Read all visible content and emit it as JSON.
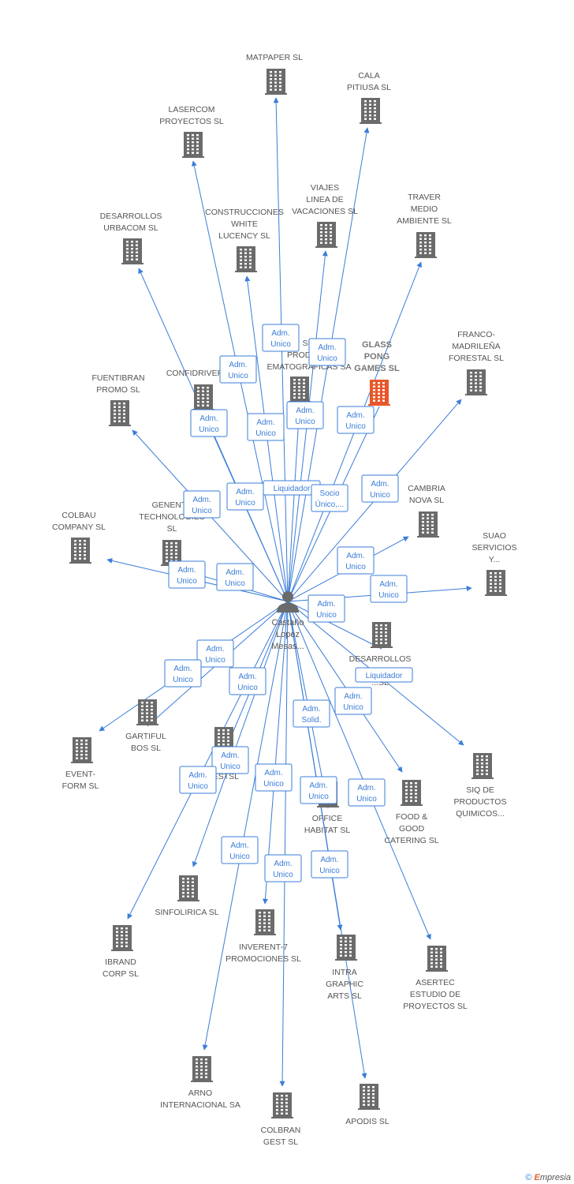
{
  "center": {
    "label": [
      "Castaño",
      "Lopez",
      "Mesas..."
    ]
  },
  "companies": [
    {
      "id": "matpaper",
      "label": [
        "MATPAPER SL"
      ],
      "highlight": false
    },
    {
      "id": "cala",
      "label": [
        "CALA",
        "PITIUSA SL"
      ],
      "highlight": false
    },
    {
      "id": "lasercom",
      "label": [
        "LASERCOM",
        "PROYECTOS SL"
      ],
      "highlight": false
    },
    {
      "id": "viajes",
      "label": [
        "VIAJES",
        "LINEA DE",
        "VACACIONES SL"
      ],
      "highlight": false
    },
    {
      "id": "traver",
      "label": [
        "TRAVER",
        "MEDIO",
        "AMBIENTE SL"
      ],
      "highlight": false
    },
    {
      "id": "desurb",
      "label": [
        "DESARROLLOS",
        "URBACOM SL"
      ],
      "highlight": false
    },
    {
      "id": "construcciones",
      "label": [
        "CONSTRUCCIONES",
        "WHITE",
        "LUCENCY SL"
      ],
      "highlight": false
    },
    {
      "id": "glass",
      "label": [
        "GLASS",
        "PONG",
        "GAMES SL"
      ],
      "highlight": true
    },
    {
      "id": "franco",
      "label": [
        "FRANCO-",
        "MADRILEÑA",
        "FORESTAL SL"
      ],
      "highlight": false
    },
    {
      "id": "producciones",
      "label": [
        "SEI",
        "PRODUCCI",
        "EMATOGRAFICAS SA"
      ],
      "highlight": false
    },
    {
      "id": "confidriver",
      "label": [
        "CONFIDRIVER"
      ],
      "highlight": false
    },
    {
      "id": "fuentibran",
      "label": [
        "FUENTIBRAN",
        "PROMO SL"
      ],
      "highlight": false
    },
    {
      "id": "cambria",
      "label": [
        "CAMBRIA",
        "NOVA SL"
      ],
      "highlight": false
    },
    {
      "id": "genente",
      "label": [
        "GENENTE",
        "TECHNOLOGIES",
        "SL"
      ],
      "highlight": false
    },
    {
      "id": "colbau",
      "label": [
        "COLBAU",
        "COMPANY SL"
      ],
      "highlight": false
    },
    {
      "id": "suao",
      "label": [
        "SUAO",
        "SERVICIOS",
        "Y..."
      ],
      "highlight": false
    },
    {
      "id": "desprom",
      "label": [
        "DESARROLLOS",
        "PR...",
        "...SL"
      ],
      "highlight": false
    },
    {
      "id": "gartiful",
      "label": [
        "GARTIFUL",
        "BOS SL"
      ],
      "highlight": false
    },
    {
      "id": "eventform",
      "label": [
        "EVENT-",
        "FORM SL"
      ],
      "highlight": false
    },
    {
      "id": "fgest",
      "label": [
        "F...",
        "...ESTSL"
      ],
      "highlight": false
    },
    {
      "id": "siq",
      "label": [
        "SIQ DE",
        "PRODUCTOS",
        "QUIMICOS..."
      ],
      "highlight": false
    },
    {
      "id": "office",
      "label": [
        "OFFICE",
        "HABITAT SL"
      ],
      "highlight": false
    },
    {
      "id": "food",
      "label": [
        "FOOD &",
        "GOOD",
        "CATERING SL"
      ],
      "highlight": false
    },
    {
      "id": "sinfolirica",
      "label": [
        "SINFOLIRICA SL"
      ],
      "highlight": false
    },
    {
      "id": "ibrand",
      "label": [
        "IBRAND",
        "CORP SL"
      ],
      "highlight": false
    },
    {
      "id": "inverent",
      "label": [
        "INVERENT-7",
        "PROMOCIONES SL"
      ],
      "highlight": false
    },
    {
      "id": "intra",
      "label": [
        "INTRA",
        "GRAPHIC",
        "ARTS SL"
      ],
      "highlight": false
    },
    {
      "id": "asertec",
      "label": [
        "ASERTEC",
        "ESTUDIO DE",
        "PROYECTOS SL"
      ],
      "highlight": false
    },
    {
      "id": "arno",
      "label": [
        "ARNO",
        "INTERNACIONAL SA"
      ],
      "highlight": false
    },
    {
      "id": "colbran",
      "label": [
        "COLBRAN",
        "GEST SL"
      ],
      "highlight": false
    },
    {
      "id": "apodis",
      "label": [
        "APODIS SL"
      ],
      "highlight": false
    }
  ],
  "roles": [
    {
      "id": "r1",
      "label": [
        "Adm.",
        "Unico"
      ]
    },
    {
      "id": "r2",
      "label": [
        "Adm.",
        "Unico"
      ]
    },
    {
      "id": "r3",
      "label": [
        "Adm.",
        "Unico"
      ]
    },
    {
      "id": "r4",
      "label": [
        "Adm.",
        "Unico"
      ]
    },
    {
      "id": "r5",
      "label": [
        "Adm.",
        "Unico"
      ]
    },
    {
      "id": "r6",
      "label": [
        "Adm.",
        "Unico"
      ]
    },
    {
      "id": "r7",
      "label": [
        "Adm.",
        "Unico"
      ]
    },
    {
      "id": "r8",
      "label": [
        "Adm.",
        "Unico"
      ]
    },
    {
      "id": "r9",
      "label": [
        "Adm.",
        "Unico"
      ]
    },
    {
      "id": "r10",
      "label": [
        "Liquidador"
      ]
    },
    {
      "id": "r11",
      "label": [
        "Socio",
        "Único,..."
      ]
    },
    {
      "id": "r12",
      "label": [
        "Adm.",
        "Unico"
      ]
    },
    {
      "id": "r13",
      "label": [
        "Adm.",
        "Unico"
      ]
    },
    {
      "id": "r14",
      "label": [
        "Adm.",
        "Unico"
      ]
    },
    {
      "id": "r15",
      "label": [
        "Adm.",
        "Unico"
      ]
    },
    {
      "id": "r16",
      "label": [
        "Adm.",
        "Unico"
      ]
    },
    {
      "id": "r17",
      "label": [
        "Adm.",
        "Unico"
      ]
    },
    {
      "id": "r18",
      "label": [
        "Adm.",
        "Unico"
      ]
    },
    {
      "id": "r19",
      "label": [
        "Liquidador"
      ]
    },
    {
      "id": "r20",
      "label": [
        "Adm.",
        "Unico"
      ]
    },
    {
      "id": "r21",
      "label": [
        "Adm.",
        "Unico"
      ]
    },
    {
      "id": "r22",
      "label": [
        "Adm.",
        "Solid."
      ]
    },
    {
      "id": "r23",
      "label": [
        "Adm.",
        "Unico"
      ]
    },
    {
      "id": "r24",
      "label": [
        "Adm.",
        "Unico"
      ]
    },
    {
      "id": "r25",
      "label": [
        "Adm.",
        "Unico"
      ]
    },
    {
      "id": "r26",
      "label": [
        "Adm.",
        "Unico"
      ]
    },
    {
      "id": "r27",
      "label": [
        "Adm.",
        "Unico"
      ]
    },
    {
      "id": "r28",
      "label": [
        "Adm.",
        "Unico"
      ]
    },
    {
      "id": "r29",
      "label": [
        "Adm.",
        "Unico"
      ]
    },
    {
      "id": "r30",
      "label": [
        "Adm.",
        "Unico"
      ]
    },
    {
      "id": "r31",
      "label": [
        "Adm.",
        "Unico"
      ]
    }
  ],
  "colors": {
    "edge": "#3a7dd8",
    "building": "#6b6b6b",
    "highlight": "#e8572a",
    "person": "#6b6b6b"
  },
  "footer": {
    "copyright": "©",
    "brand_e": "E",
    "brand_rest": "mpresia"
  }
}
